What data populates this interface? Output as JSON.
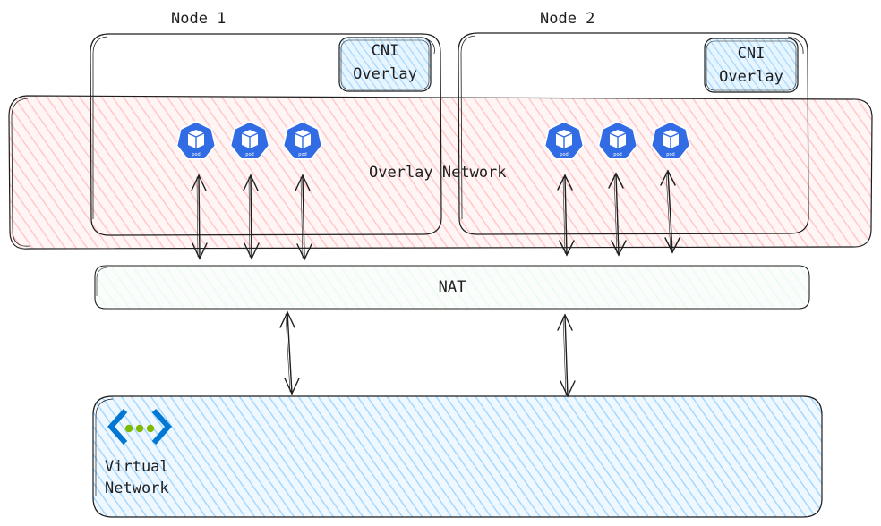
{
  "nodes": [
    {
      "title": "Node 1",
      "cni_line1": "CNI",
      "cni_line2": "Overlay"
    },
    {
      "title": "Node 2",
      "cni_line1": "CNI",
      "cni_line2": "Overlay"
    }
  ],
  "overlay_network": {
    "label": "Overlay Network",
    "fill": "#ffc9c9"
  },
  "nat": {
    "label": "NAT",
    "fill": "#ebfbee"
  },
  "virtual_network": {
    "label_line1": "Virtual",
    "label_line2": "Network",
    "fill": "#a5d8ff"
  },
  "pod": {
    "label": "pod",
    "color": "#326ce5"
  },
  "colors": {
    "stroke": "#1e1e1e",
    "cni_fill": "#a5d8ff",
    "vnet_icon": "#0078d4",
    "vnet_dots": "#7fba00"
  }
}
